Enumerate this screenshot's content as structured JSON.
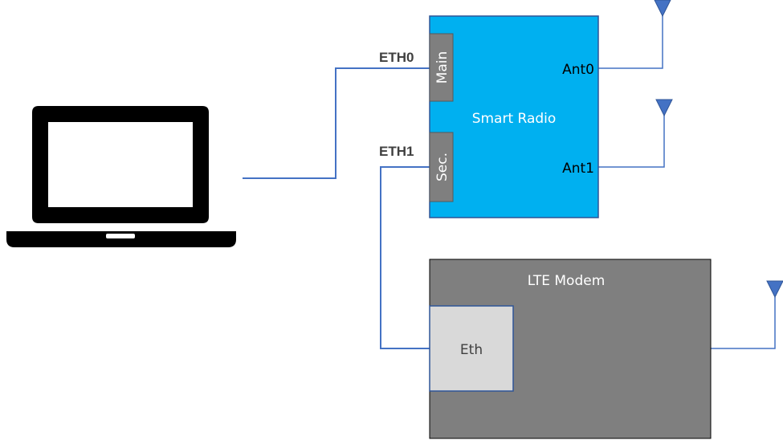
{
  "radio": {
    "title": "Smart Radio",
    "port_main": "Main",
    "port_sec": "Sec.",
    "ant0": "Ant0",
    "ant1": "Ant1"
  },
  "modem": {
    "title": "LTE Modem",
    "port_eth": "Eth"
  },
  "links": {
    "eth0": "ETH0",
    "eth1": "ETH1"
  },
  "colors": {
    "radio_fill": "#00b0f0",
    "radio_border": "#2f5597",
    "port_fill": "#7f7f7f",
    "modem_fill": "#7f7f7f",
    "modem_port_fill": "#d9d9d9",
    "wire": "#4472c4",
    "antenna": "#4472c4",
    "laptop": "#000000"
  },
  "icons": {
    "laptop": "laptop-icon",
    "antenna": "antenna-icon"
  }
}
